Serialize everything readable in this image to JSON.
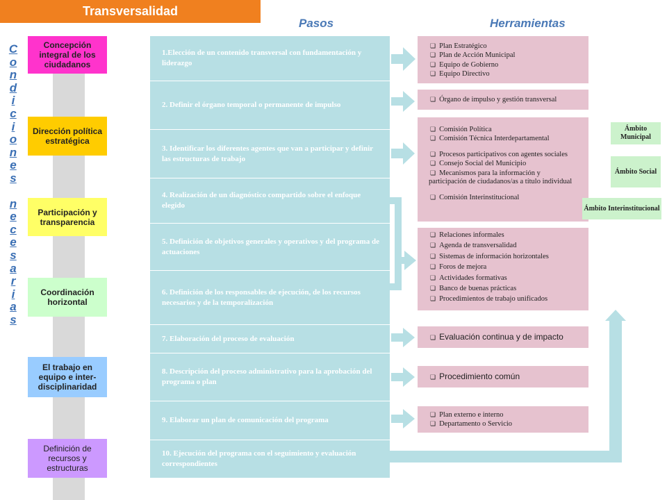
{
  "title": "Transversalidad",
  "headers": {
    "pasos": "Pasos",
    "herramientas": "Herramientas"
  },
  "vertical_text": [
    "C",
    "o",
    "n",
    "d",
    "i",
    "c",
    "i",
    "o",
    "n",
    "e",
    "s",
    "",
    "n",
    "e",
    "c",
    "e",
    "s",
    "a",
    "r",
    "i",
    "a",
    "s"
  ],
  "conditions": [
    {
      "label": "Concepción integral de los ciudadanos",
      "color": "#ff33cc"
    },
    {
      "label": "Dirección política estratégica",
      "color": "#ffcc00"
    },
    {
      "label": "Participación y transparencia",
      "color": "#ffff66"
    },
    {
      "label": "Coordinación horizontal",
      "color": "#ccffcc"
    },
    {
      "label": "El trabajo en equipo e inter-disciplinaridad",
      "color": "#99ccff"
    },
    {
      "label": "Definición de recursos y estructuras",
      "color": "#cc99ff"
    }
  ],
  "steps": [
    "1.Elección de un contenido transversal con fundamentación y liderazgo",
    "2. Definir el órgano temporal o permanente de impulso",
    "3. Identificar los diferentes agentes que van a participar y definir las estructuras de trabajo",
    "4. Realización de un diagnóstico compartido sobre el enfoque elegido",
    "5. Definición de objetivos generales y operativos y del programa de actuaciones",
    "6. Definición de los responsables de ejecución, de los recursos necesarios y de la temporalización",
    "7. Elaboración del proceso de evaluación",
    "8. Descripción del proceso administrativo para la aprobación del programa o plan",
    "9. Elaborar un plan de comunicación del programa",
    "10. Ejecución del programa con el seguimiento y evaluación correspondientes"
  ],
  "tools": {
    "t1": [
      "Plan Estratégico",
      "Plan de Acción Municipal",
      "Equipo de Gobierno",
      "Equipo Directivo"
    ],
    "t2": [
      "Órgano de impulso y gestión transversal"
    ],
    "t3a": [
      "Comisión Política",
      "Comisión Técnica Interdepartamental"
    ],
    "t3b": [
      "Procesos participativos con agentes sociales",
      "Consejo Social del Municipio",
      "Mecanismos para la información y"
    ],
    "t3b_cont": "participación de ciudadanos/as a título individual",
    "t3c": [
      "Comisión Interinstitucional"
    ],
    "t4": [
      "Relaciones informales",
      "Agenda de transversalidad",
      "Sistemas de información horizontales",
      "Foros de mejora",
      "Actividades formativas",
      "Banco de buenas prácticas",
      "Procedimientos de trabajo unificados"
    ],
    "t5": "Evaluación continua y de impacto",
    "t6": "Procedimiento común",
    "t7": [
      "Plan externo e interno",
      "Departamento o Servicio"
    ]
  },
  "tags": {
    "municipal": "Ámbito Municipal",
    "social": "Ámbito Social",
    "inter": "Ámbito Interinstitucional"
  },
  "colors": {
    "arrow": "#b7dfe4",
    "step_bg": "#b7dfe4",
    "tool_bg": "#e6c2cf",
    "tag_bg": "#ccf2cc",
    "title_bg": "#f0801f",
    "header": "#4a79b6"
  }
}
